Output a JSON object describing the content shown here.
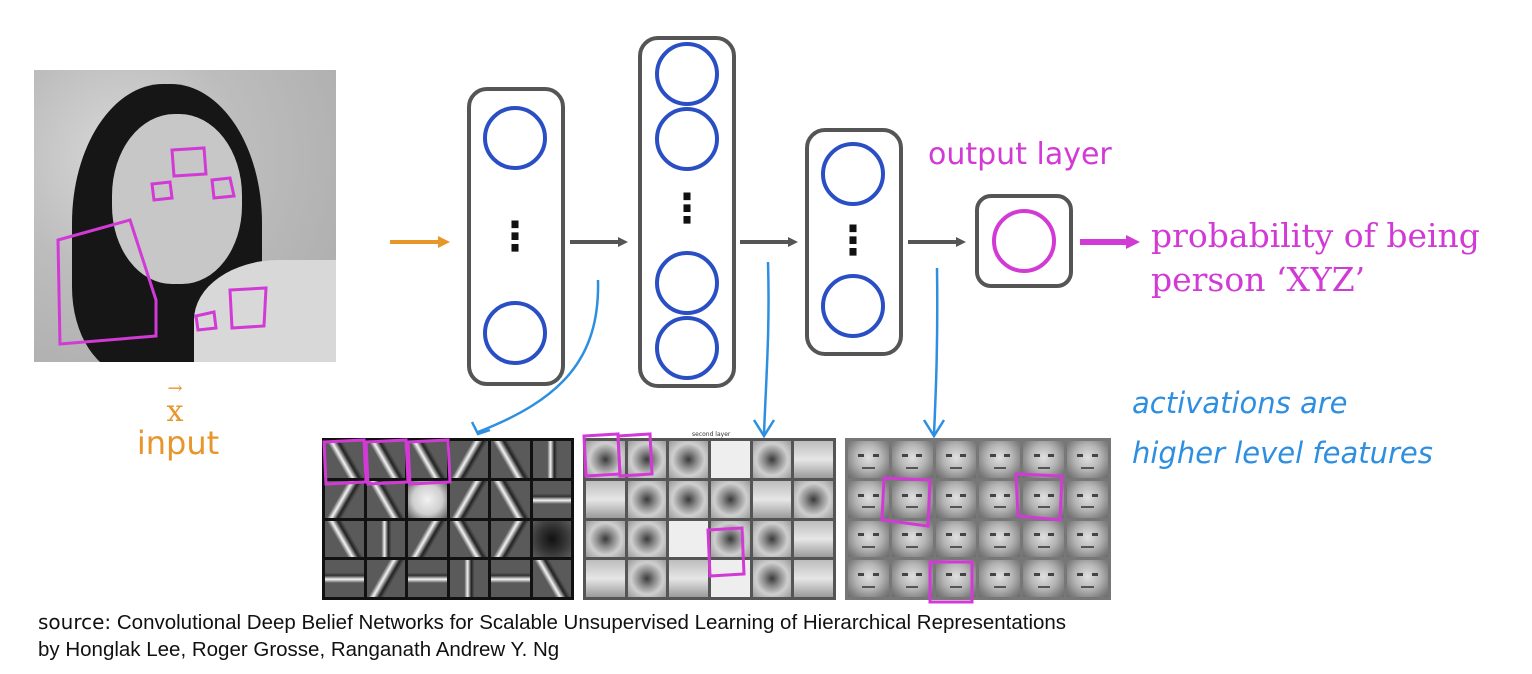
{
  "input": {
    "symbol": "x",
    "label": "input"
  },
  "output_layer_label": "output layer",
  "prediction": {
    "line1": "probability of being",
    "line2": "person ‘XYZ’"
  },
  "hidden_layers": [
    {
      "ellipsis": "⋮"
    },
    {
      "ellipsis": "⋮"
    },
    {
      "ellipsis": "⋮"
    }
  ],
  "note": {
    "line1": "activations are",
    "line2": "higher level features"
  },
  "feature_panels": {
    "parts_title": "second layer"
  },
  "source": {
    "label": "source:",
    "text": "Convolutional Deep Belief Networks for Scalable Unsupervised Learning of Hierarchical Representations",
    "authors": "by Honglak Lee, Roger Grosse, Ranganath Andrew Y. Ng"
  },
  "colors": {
    "neuron": "#2a4fc4",
    "output_neuron": "#d23ad6",
    "annotation": "#d23ad6",
    "input_arrow": "#e8962a",
    "handwriting": "#2e8fe0",
    "arrow": "#555555"
  }
}
